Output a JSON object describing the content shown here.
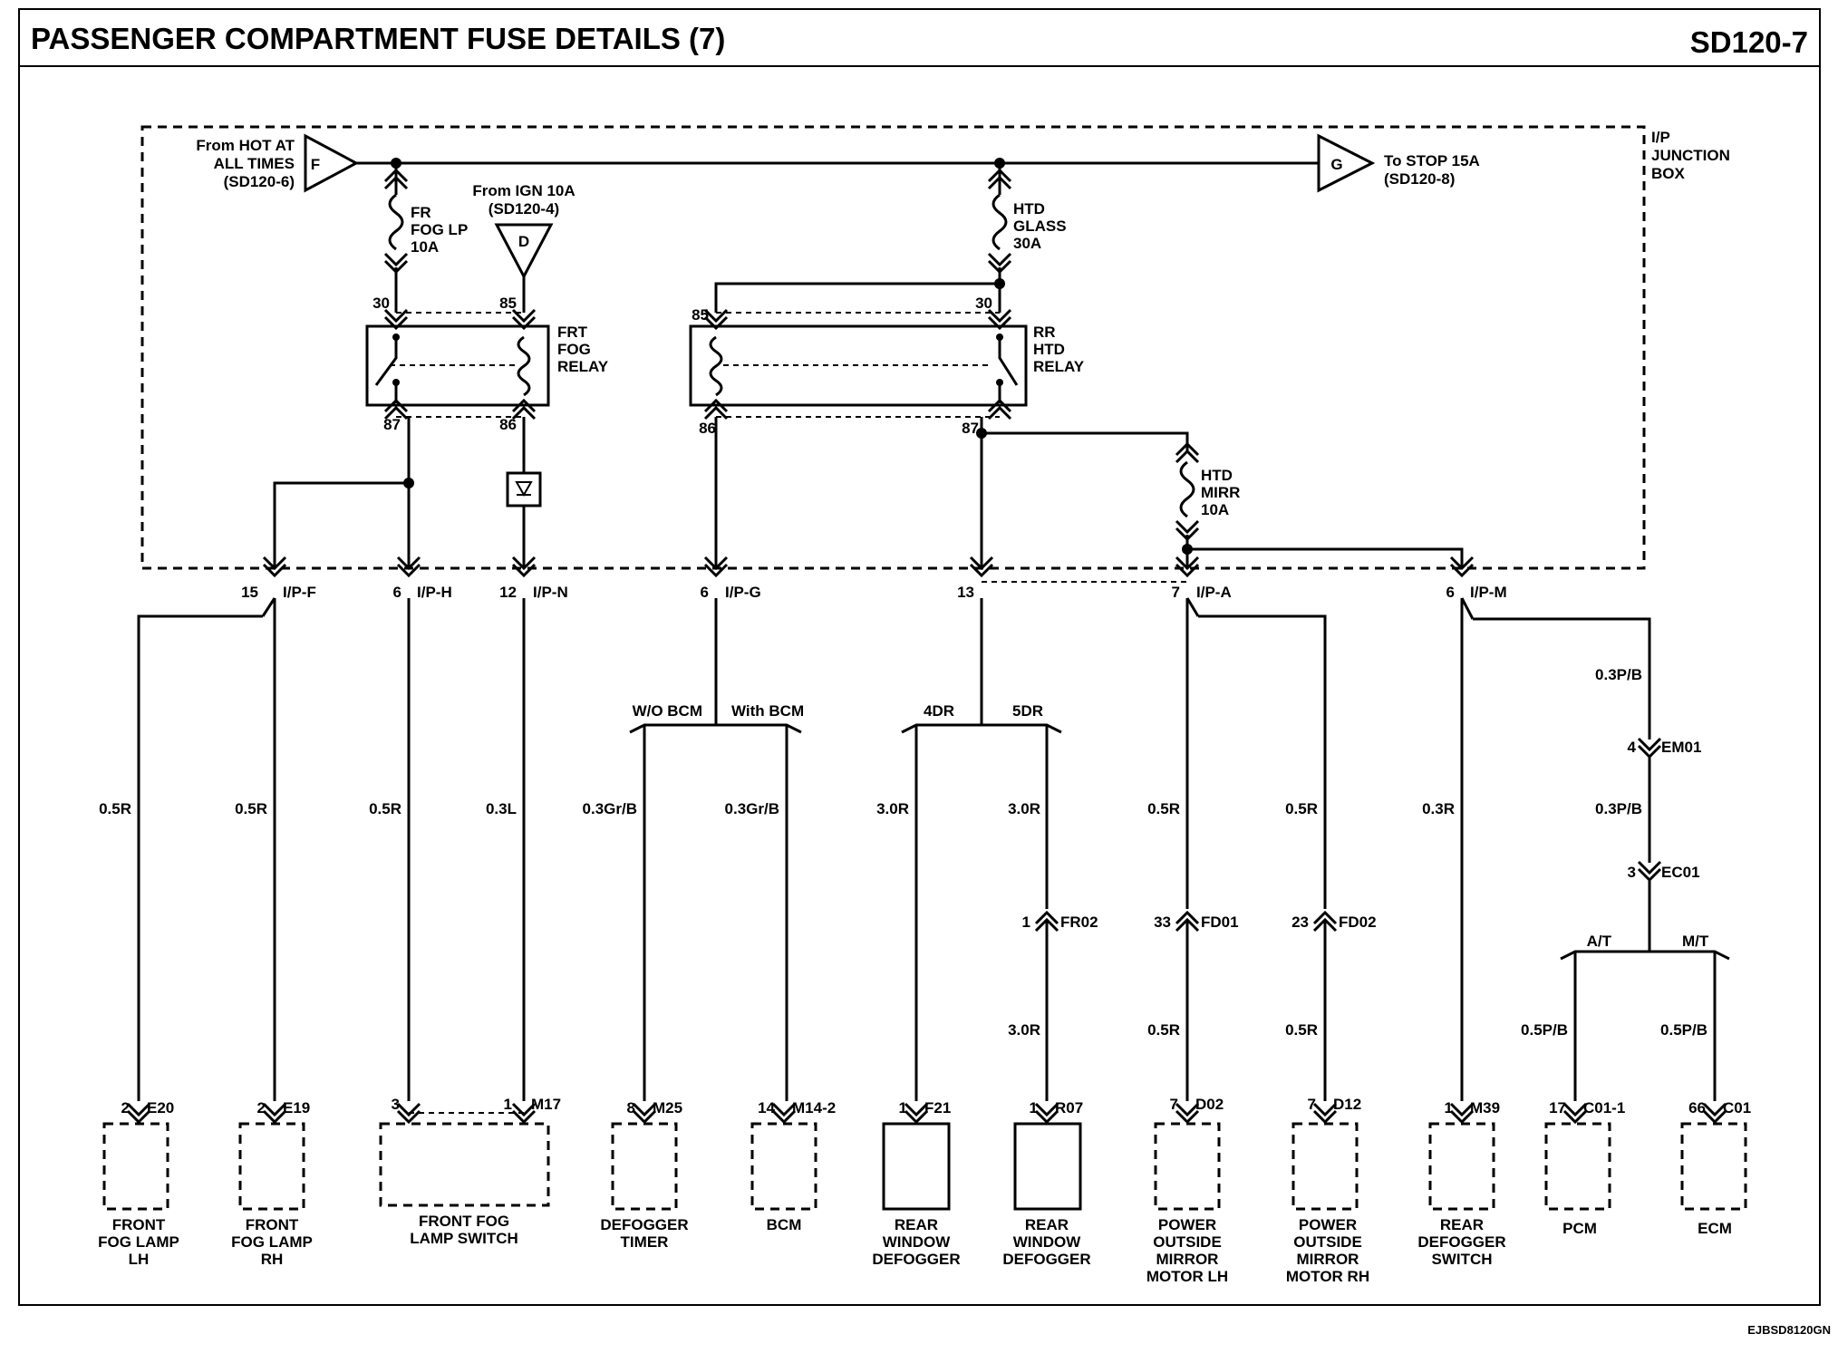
{
  "header": {
    "title": "PASSENGER COMPARTMENT FUSE DETAILS (7)",
    "code": "SD120-7"
  },
  "footer": {
    "image_code": "EJBSD8120GN"
  },
  "junction_box": {
    "label": [
      "I/P",
      "JUNCTION",
      "BOX"
    ]
  },
  "sources": {
    "hot": {
      "connector": "F",
      "text": [
        "From HOT AT",
        "ALL TIMES",
        "(SD120-6)"
      ]
    },
    "ign": {
      "connector": "D",
      "text": [
        "From IGN 10A",
        "(SD120-4)"
      ]
    },
    "stop": {
      "connector": "G",
      "text": [
        "To STOP 15A",
        "(SD120-8)"
      ]
    }
  },
  "fuses": {
    "fog": [
      "FR",
      "FOG LP",
      "10A"
    ],
    "glass": [
      "HTD",
      "GLASS",
      "30A"
    ],
    "mirr": [
      "HTD",
      "MIRR",
      "10A"
    ]
  },
  "relays": {
    "fog": {
      "label": [
        "FRT",
        "FOG",
        "RELAY"
      ],
      "p30": "30",
      "p85": "85",
      "p87": "87",
      "p86": "86"
    },
    "rr": {
      "label": [
        "RR",
        "HTD",
        "RELAY"
      ],
      "p85": "85",
      "p30": "30",
      "p86": "86",
      "p87": "87"
    }
  },
  "connectors_top": [
    {
      "pin": "15",
      "name": "I/P-F"
    },
    {
      "pin": "6",
      "name": "I/P-H"
    },
    {
      "pin": "12",
      "name": "I/P-N"
    },
    {
      "pin": "6",
      "name": "I/P-G"
    },
    {
      "pin": "13",
      "name": ""
    },
    {
      "pin": "7",
      "name": "I/P-A"
    },
    {
      "pin": "6",
      "name": "I/P-M"
    }
  ],
  "branches": {
    "bcm": [
      "W/O BCM",
      "With BCM"
    ],
    "door": [
      "4DR",
      "5DR"
    ],
    "trans": [
      "A/T",
      "M/T"
    ]
  },
  "wires": {
    "w1": "0.5R",
    "w2": "0.5R",
    "w3": "0.5R",
    "w4": "0.3L",
    "w5": "0.3Gr/B",
    "w6": "0.3Gr/B",
    "w7": "3.0R",
    "w8": "3.0R",
    "w8b": "3.0R",
    "w9": "0.5R",
    "w9b": "0.5R",
    "w10": "0.5R",
    "w10b": "0.5R",
    "w11": "0.3R",
    "w12a": "0.3P/B",
    "w12b": "0.3P/B",
    "w13": "0.5P/B",
    "w14": "0.5P/B"
  },
  "mid_connectors": {
    "fr02": {
      "pin": "1",
      "name": "FR02"
    },
    "fd01": {
      "pin": "33",
      "name": "FD01"
    },
    "fd02": {
      "pin": "23",
      "name": "FD02"
    },
    "em01": {
      "pin": "4",
      "name": "EM01"
    },
    "ec01": {
      "pin": "3",
      "name": "EC01"
    }
  },
  "components": [
    {
      "pin": "2",
      "conn": "E20",
      "label": [
        "FRONT",
        "FOG LAMP",
        "LH"
      ]
    },
    {
      "pin": "2",
      "conn": "E19",
      "label": [
        "FRONT",
        "FOG LAMP",
        "RH"
      ]
    },
    {
      "pin": "3",
      "pin2": "1",
      "conn": "M17",
      "label": [
        "FRONT FOG",
        "LAMP SWITCH"
      ]
    },
    {
      "pin": "8",
      "conn": "M25",
      "label": [
        "DEFOGGER",
        "TIMER"
      ]
    },
    {
      "pin": "14",
      "conn": "M14-2",
      "label": [
        "BCM"
      ]
    },
    {
      "pin": "1",
      "conn": "F21",
      "label": [
        "REAR",
        "WINDOW",
        "DEFOGGER"
      ]
    },
    {
      "pin": "1",
      "conn": "R07",
      "label": [
        "REAR",
        "WINDOW",
        "DEFOGGER"
      ]
    },
    {
      "pin": "7",
      "conn": "D02",
      "label": [
        "POWER",
        "OUTSIDE",
        "MIRROR",
        "MOTOR LH"
      ]
    },
    {
      "pin": "7",
      "conn": "D12",
      "label": [
        "POWER",
        "OUTSIDE",
        "MIRROR",
        "MOTOR RH"
      ]
    },
    {
      "pin": "1",
      "conn": "M39",
      "label": [
        "REAR",
        "DEFOGGER",
        "SWITCH"
      ]
    },
    {
      "pin": "17",
      "conn": "C01-1",
      "label": [
        "PCM"
      ]
    },
    {
      "pin": "66",
      "conn": "C01",
      "label": [
        "ECM"
      ]
    }
  ]
}
